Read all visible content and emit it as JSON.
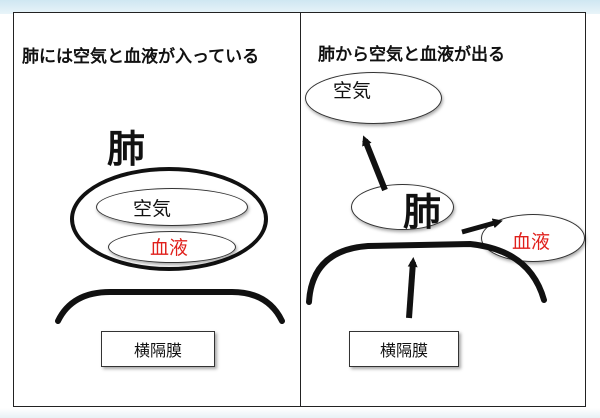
{
  "left_panel": {
    "heading": "肺には空気と血液が入っている",
    "lung_label": "肺",
    "air_label": "空気",
    "blood_label": "血液",
    "diaphragm_label": "横隔膜"
  },
  "right_panel": {
    "heading": "肺から空気と血液が出る",
    "lung_label": "肺",
    "air_label": "空気",
    "blood_label": "血液",
    "diaphragm_label": "横隔膜"
  },
  "colors": {
    "blood_text": "#e0201c",
    "line": "#111111"
  }
}
